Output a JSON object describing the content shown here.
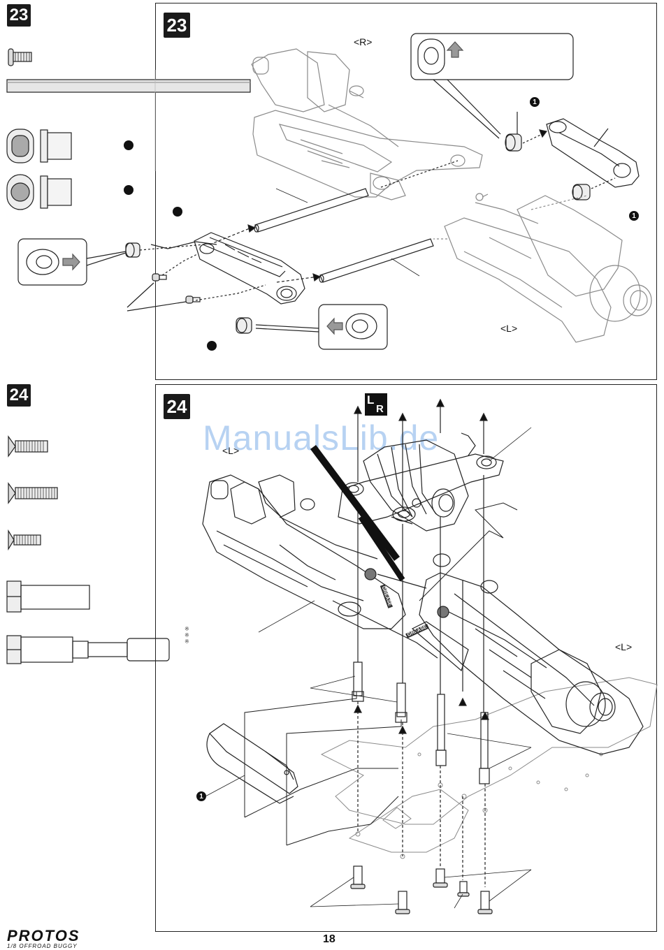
{
  "steps": [
    {
      "number": "23",
      "left_label": "<R>",
      "right_label": "<L>",
      "callout_marks": [
        "※",
        "※",
        "※"
      ]
    },
    {
      "number": "24",
      "left_label": "<L>",
      "right_label": "<L>",
      "lr_mark": [
        "L",
        "R"
      ],
      "bolt_marks": [
        "※",
        "※",
        "※"
      ],
      "label_grease_1": "GREASE",
      "label_grease_2": "GREASE"
    }
  ],
  "markers": {
    "one": "1"
  },
  "watermark": "ManualsLib.de",
  "footer": {
    "page_number": "18",
    "brand_name": "PROTOS",
    "brand_tagline": "1/8 OFFROAD BUGGY"
  }
}
